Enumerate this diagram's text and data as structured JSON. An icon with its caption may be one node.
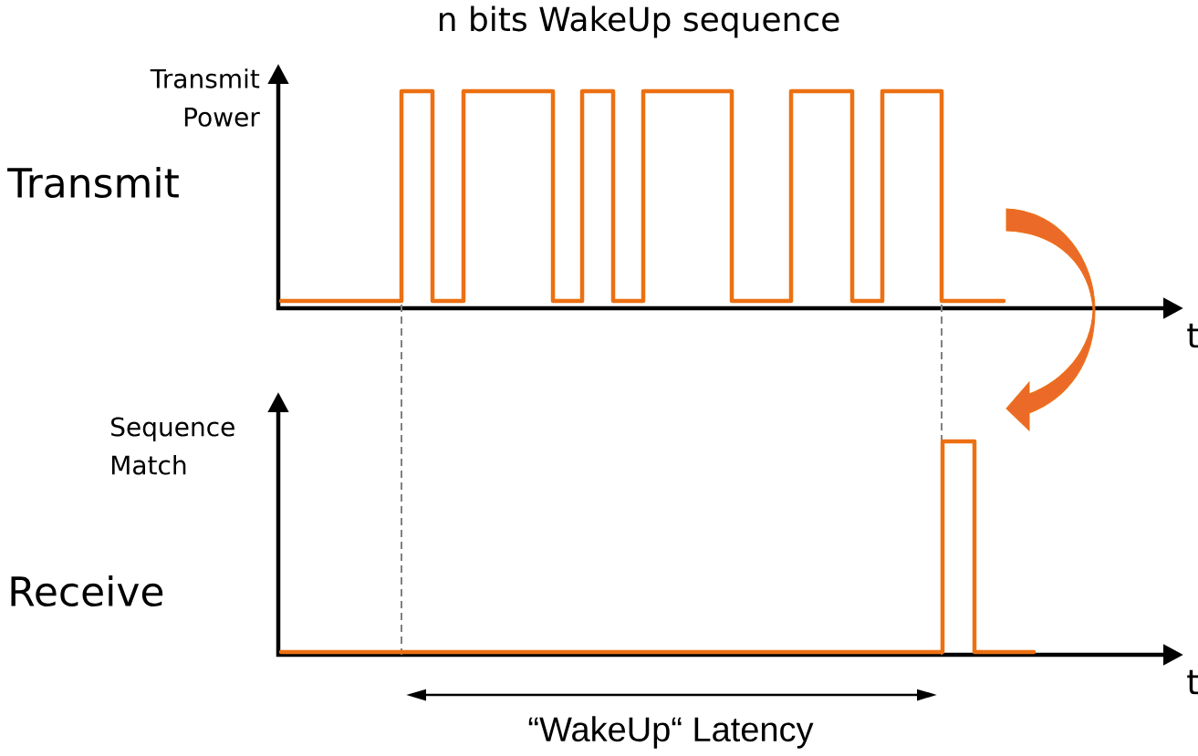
{
  "diagram": {
    "title": "n bits WakeUp sequence",
    "labels": [
      "Transmit Power",
      "Transmit",
      "t",
      "Sequence Match",
      "Receive",
      "t",
      "“WakeUp“ Latency"
    ]
  }
}
